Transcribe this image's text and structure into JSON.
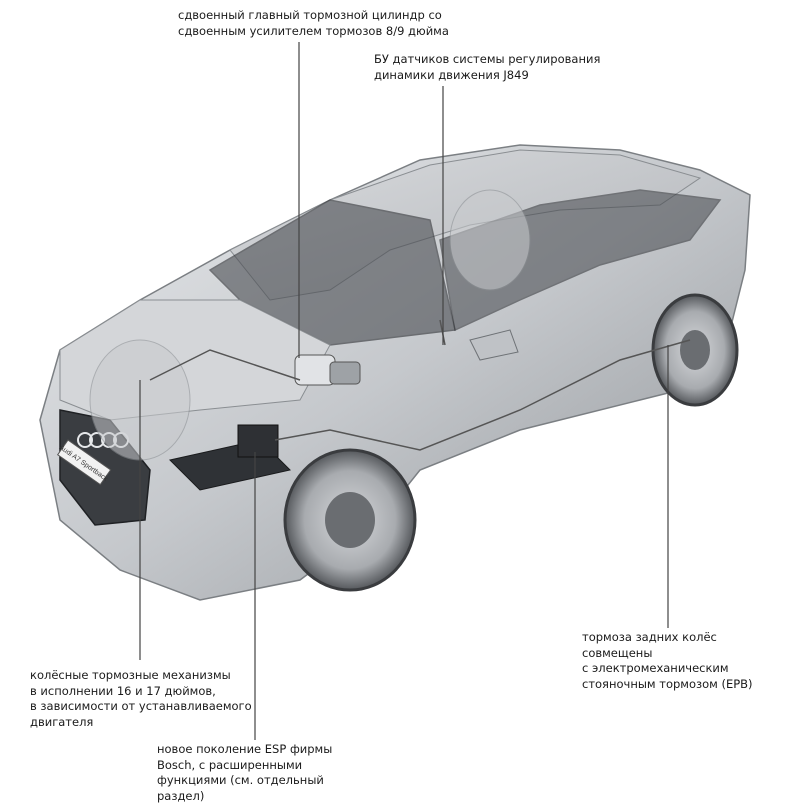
{
  "labels": {
    "master_cylinder": "сдвоенный главный тормозной цилиндр со\nсдвоенным усилителем тормозов 8/9 дюйма",
    "sensor_unit": "БУ датчиков системы регулирования\nдинамики движения J849",
    "rear_brakes": "тормоза задних колёс\nсовмещены\nс электромеханическим\nстояночным тормозом (EPB)",
    "front_brakes": "колёсные тормозные механизмы\nв исполнении 16 и 17 дюймов,\nв зависимости от устанавливаемого\nдвигателя",
    "esp": "новое поколение ESP фирмы\nBosch, с расширенными\nфункциями (см. отдельный\nраздел)"
  },
  "badge": {
    "plate_text": "Audi A7 Sportback"
  },
  "colors": {
    "body": "#c9ccd0",
    "body_dark": "#8e9296",
    "glass": "#3c3f44",
    "leader": "#444444"
  }
}
